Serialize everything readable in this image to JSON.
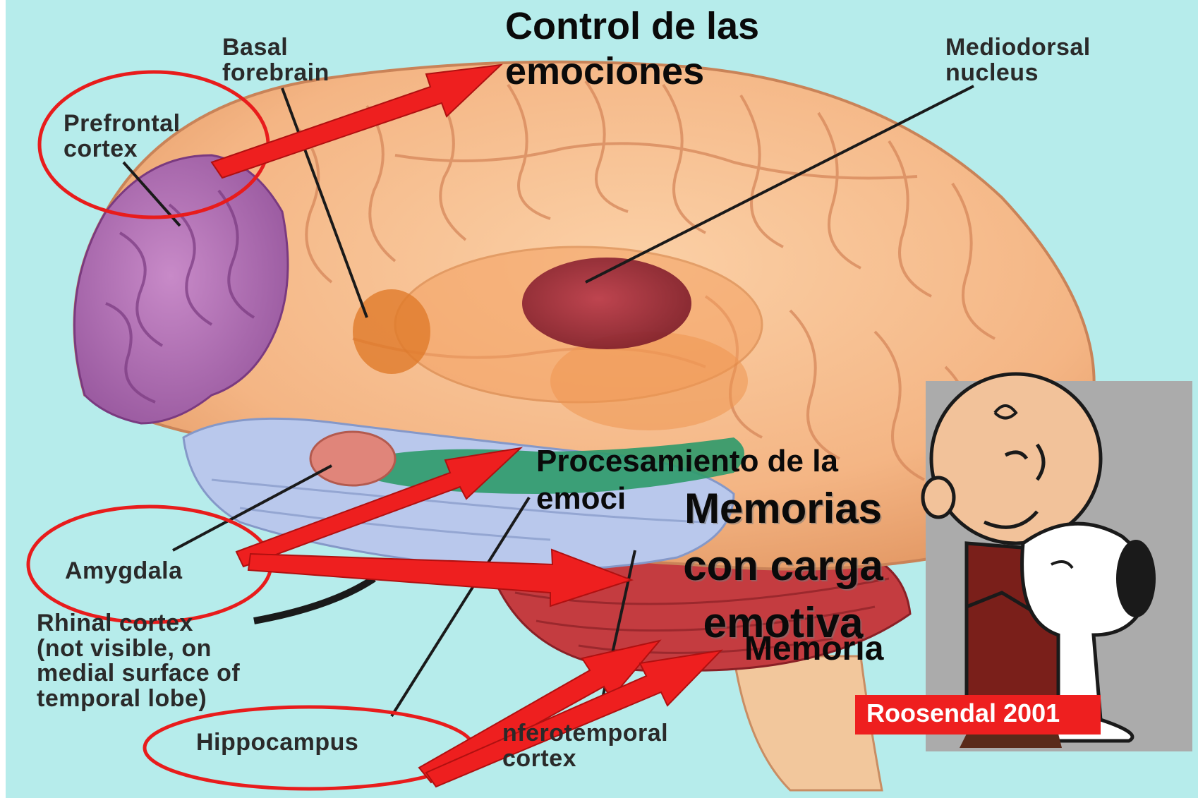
{
  "labels": {
    "basal_forebrain": [
      "Basal",
      "forebrain"
    ],
    "mediodorsal_nucleus": [
      "Mediodorsal",
      "nucleus"
    ],
    "prefrontal_cortex": [
      "Prefrontal",
      "cortex"
    ],
    "amygdala": "Amygdala",
    "rhinal_cortex": [
      "Rhinal cortex",
      "(not visible, on",
      "medial surface of",
      "temporal lobe)"
    ],
    "hippocampus": "Hippocampus",
    "inferotemporal_cortex": [
      "nferotemporal",
      "cortex"
    ]
  },
  "annotations": {
    "control": [
      "Control de las",
      "emociones"
    ],
    "procesamiento": [
      "Procesamiento de la",
      "emoci"
    ],
    "memorias": [
      "Memorias",
      "con carga",
      "emotiva"
    ],
    "memoria": "Memoria"
  },
  "credit": "Roosendal 2001",
  "colors": {
    "background": "#b6eceb",
    "brain": "#f5b98a",
    "prefrontal": "#b070b3",
    "temporal": "#b9c8ec",
    "hippocampus": "#2e9a6a",
    "mediodorsal": "#9a2030",
    "cerebellum": "#c23a3a",
    "arrow": "#ee1f1f",
    "credit_box": "#ee1f1f"
  }
}
